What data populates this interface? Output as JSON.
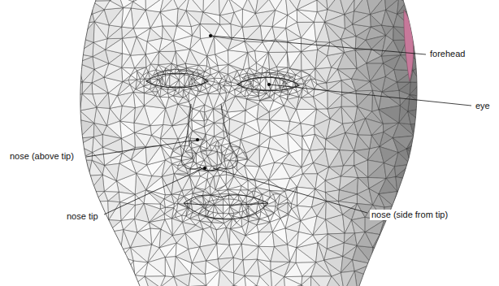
{
  "diagram": {
    "labels": [
      "forehead",
      "eye",
      "nose (above tip)",
      "nose tip",
      "nose (side from tip)"
    ]
  }
}
